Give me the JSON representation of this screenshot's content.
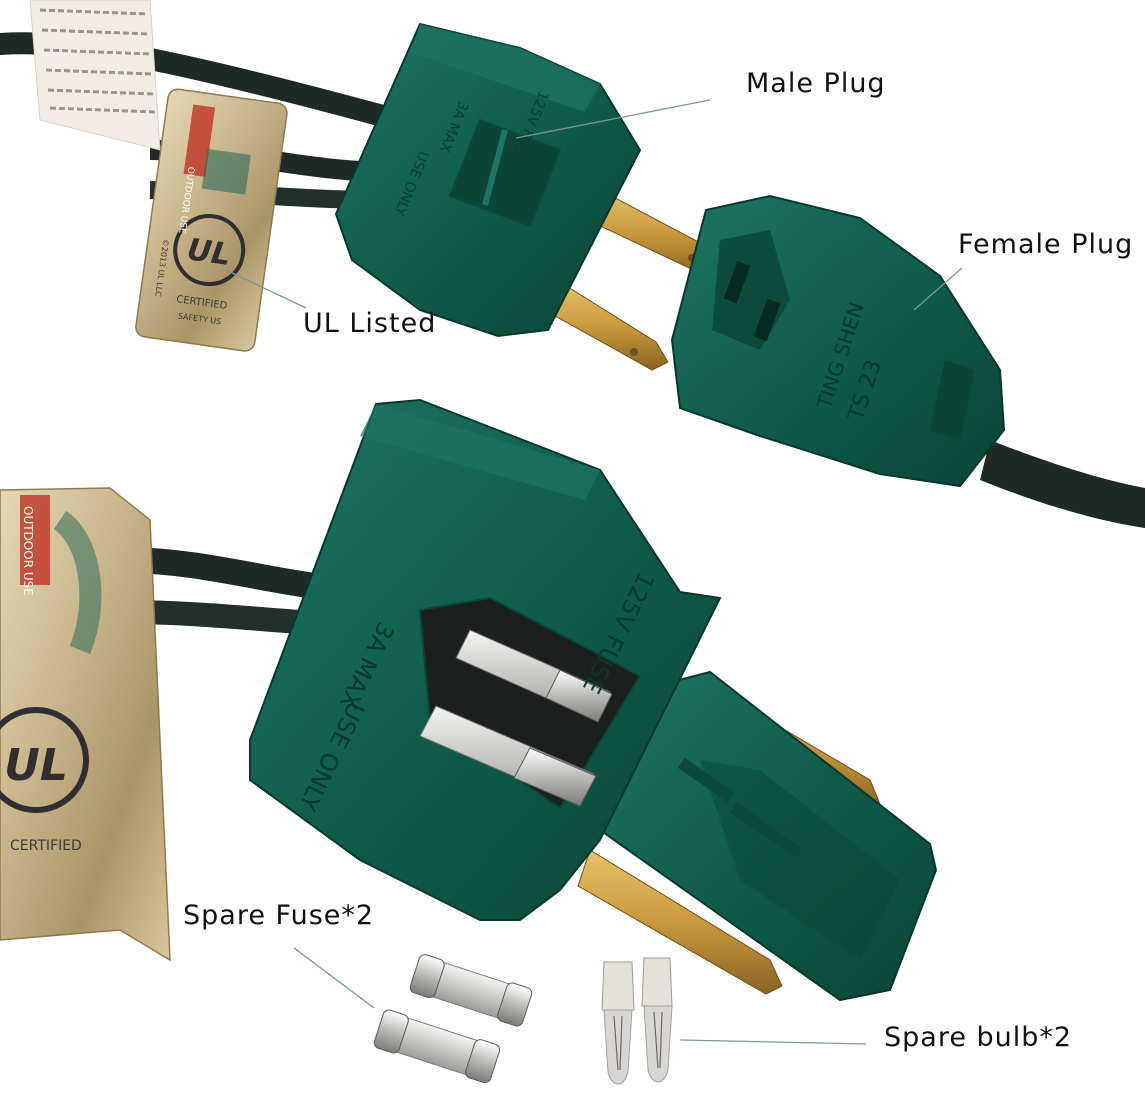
{
  "callouts": {
    "male_plug": "Male Plug",
    "female_plug": "Female Plug",
    "ul_listed": "UL Listed",
    "spare_fuse": "Spare Fuse*2",
    "spare_bulb": "Spare bulb*2"
  },
  "product_markings": {
    "male_top": [
      "125V FUSE",
      "3A MAX",
      "USE ONLY"
    ],
    "female": [
      "TING SHEN",
      "TS 23"
    ],
    "male_open": [
      "125V FUSE",
      "3A MAX",
      "USE ONLY"
    ],
    "tag_top": [
      "OUTDOOR USE",
      "CERTIFIED",
      "SAFETY US",
      "©2013 UL LLC"
    ],
    "tag_bottom": [
      "OUTDOOR USE",
      "CERTIFIED"
    ]
  },
  "colors": {
    "plug_green": "#0f5a49",
    "plug_green_dark": "#0a4536",
    "plug_green_light": "#1d7563",
    "brass": "#c99a3c",
    "tag_gold": "#c8b48a",
    "wire": "#1f2a26",
    "leader_line": "#7a9890"
  }
}
